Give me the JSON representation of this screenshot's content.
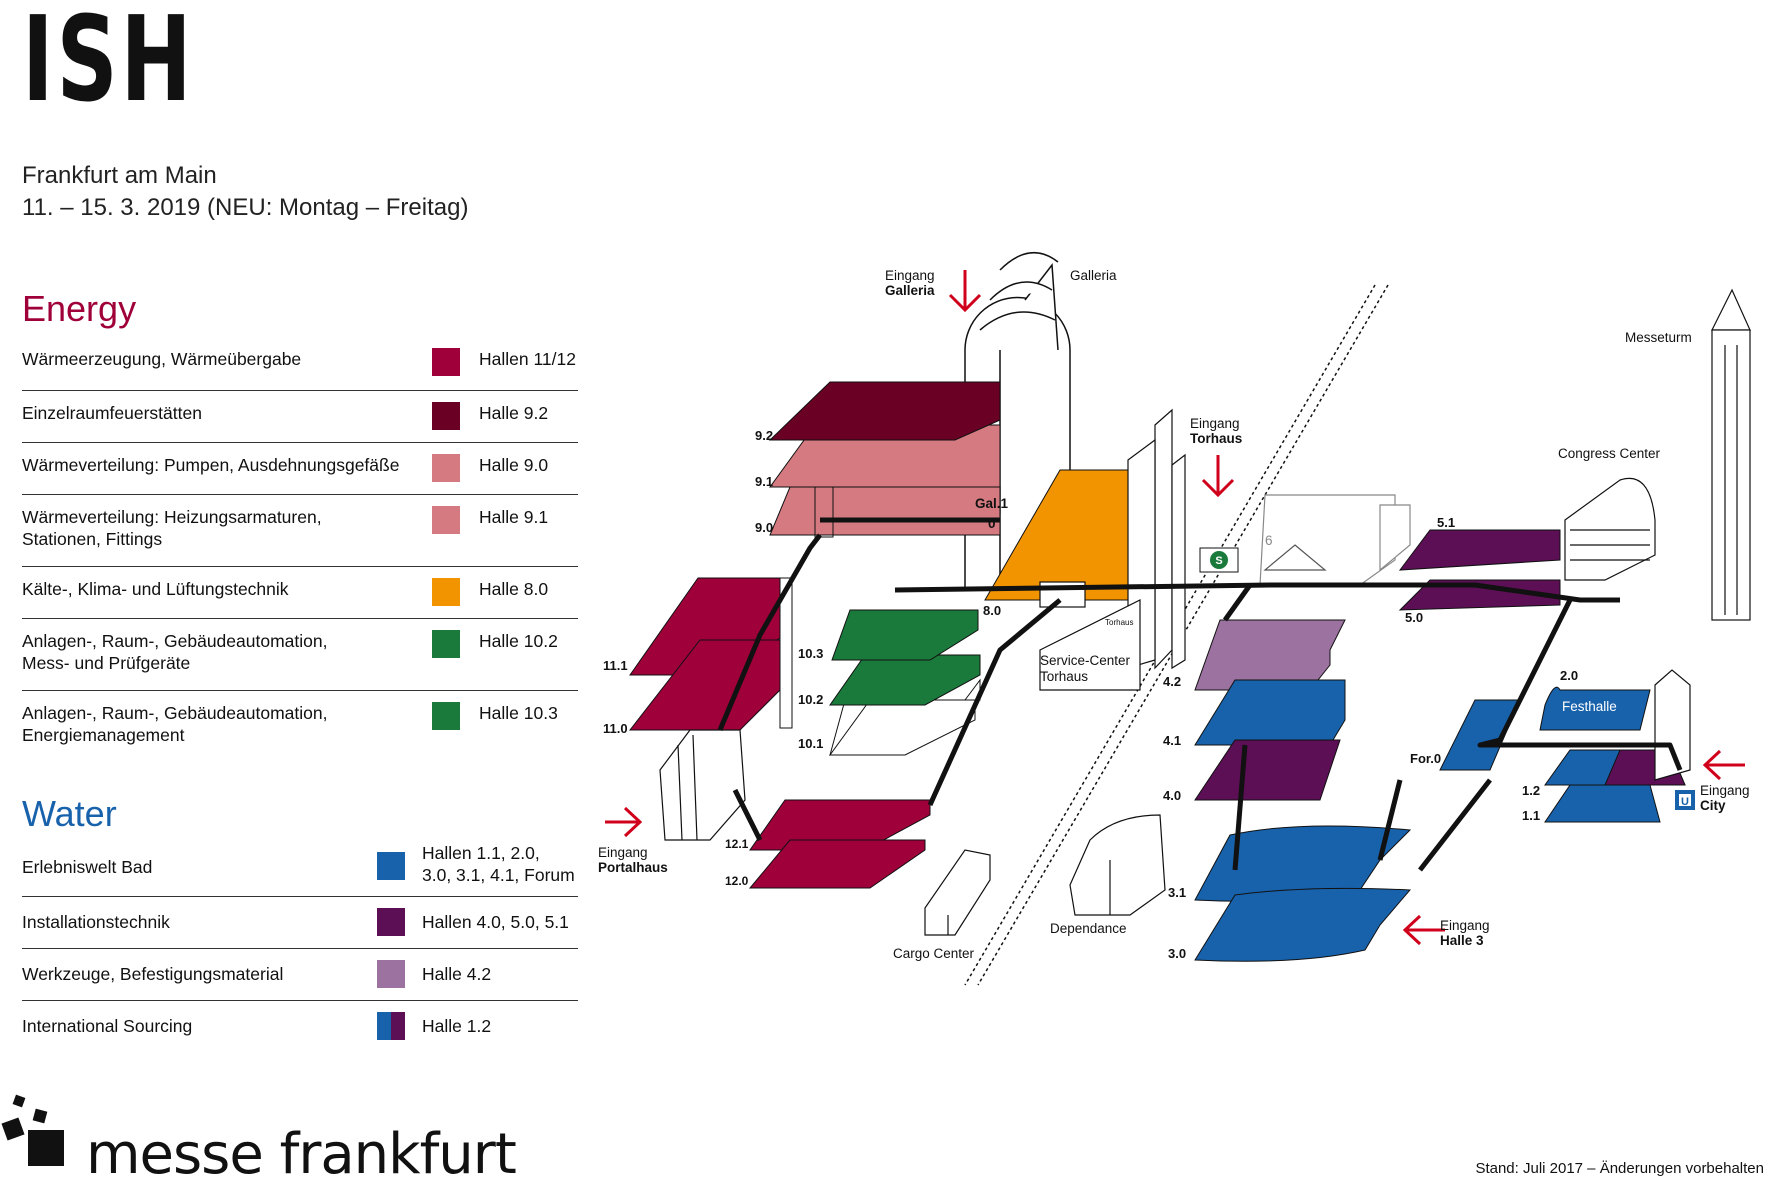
{
  "header": {
    "title": "ISH",
    "city": "Frankfurt am Main",
    "dates": "11. – 15. 3. 2019 (NEU: Montag – Freitag)"
  },
  "energy": {
    "title": "Energy",
    "rows": [
      {
        "label": "Wärmeerzeugung, Wärmeübergabe",
        "hall": "Hallen 11/12",
        "color": "#a0003a"
      },
      {
        "label": "Einzelraumfeuerstätten",
        "hall": "Halle 9.2",
        "color": "#6b0025"
      },
      {
        "label": "Wärmeverteilung: Pumpen, Ausdehnungsgefäße",
        "hall": "Halle 9.0",
        "color": "#d47a80"
      },
      {
        "label": "Wärmeverteilung: Heizungsarmaturen,",
        "label2": "Stationen, Fittings",
        "hall": "Halle 9.1",
        "color": "#d47a80"
      },
      {
        "label": "Kälte-, Klima- und Lüftungstechnik",
        "hall": "Halle 8.0",
        "color": "#f29400"
      },
      {
        "label": "Anlagen-, Raum-, Gebäudeautomation,",
        "label2": "Mess- und Prüfgeräte",
        "hall": "Halle 10.2",
        "color": "#1a7a3c"
      },
      {
        "label": "Anlagen-, Raum-, Gebäudeautomation,",
        "label2": "Energiemanagement",
        "hall": "Halle 10.3",
        "color": "#1a7a3c"
      }
    ]
  },
  "water": {
    "title": "Water",
    "rows": [
      {
        "label": "Erlebniswelt Bad",
        "hall": "Hallen 1.1, 2.0,",
        "hall2": "3.0, 3.1, 4.1, Forum",
        "color": "#1862ac"
      },
      {
        "label": "Installationstechnik",
        "hall": "Hallen 4.0, 5.0, 5.1",
        "color": "#5c0f55"
      },
      {
        "label": "Werkzeuge, Befestigungsmaterial",
        "hall": "Halle 4.2",
        "color": "#9c72a0"
      },
      {
        "label": "International Sourcing",
        "hall": "Halle 1.2",
        "color": "#1862ac",
        "color2": "#5c0f55"
      }
    ]
  },
  "map": {
    "labels": {
      "eingang": "Eingang",
      "galleria_entrance": "Galleria",
      "galleria": "Galleria",
      "torhaus_entrance": "Torhaus",
      "messeturm": "Messeturm",
      "congress_center": "Congress Center",
      "service_center_1": "Service-Center",
      "service_center_2": "Torhaus",
      "torhaus_small": "Torhaus",
      "portalhaus": "Portalhaus",
      "cargo_center": "Cargo Center",
      "dependance": "Dependance",
      "halle3": "Halle 3",
      "city": "City",
      "festhalle": "Festhalle",
      "gal1": "Gal.1",
      "zero": "0",
      "six": "6",
      "s_bahn": "S",
      "u_bahn": "U"
    },
    "halls": [
      "9.2",
      "9.1",
      "9.0",
      "8.0",
      "10.3",
      "10.2",
      "10.1",
      "11.1",
      "11.0",
      "12.1",
      "12.0",
      "4.2",
      "4.1",
      "4.0",
      "3.1",
      "3.0",
      "5.1",
      "5.0",
      "2.0",
      "For.0",
      "1.2",
      "1.1"
    ]
  },
  "brand": {
    "name": "messe frankfurt"
  },
  "footer": {
    "note": "Stand: Juli 2017 – Änderungen vorbehalten"
  },
  "colors": {
    "energy": "#a0003a",
    "water": "#1862ac",
    "arrow": "#d0021b"
  }
}
